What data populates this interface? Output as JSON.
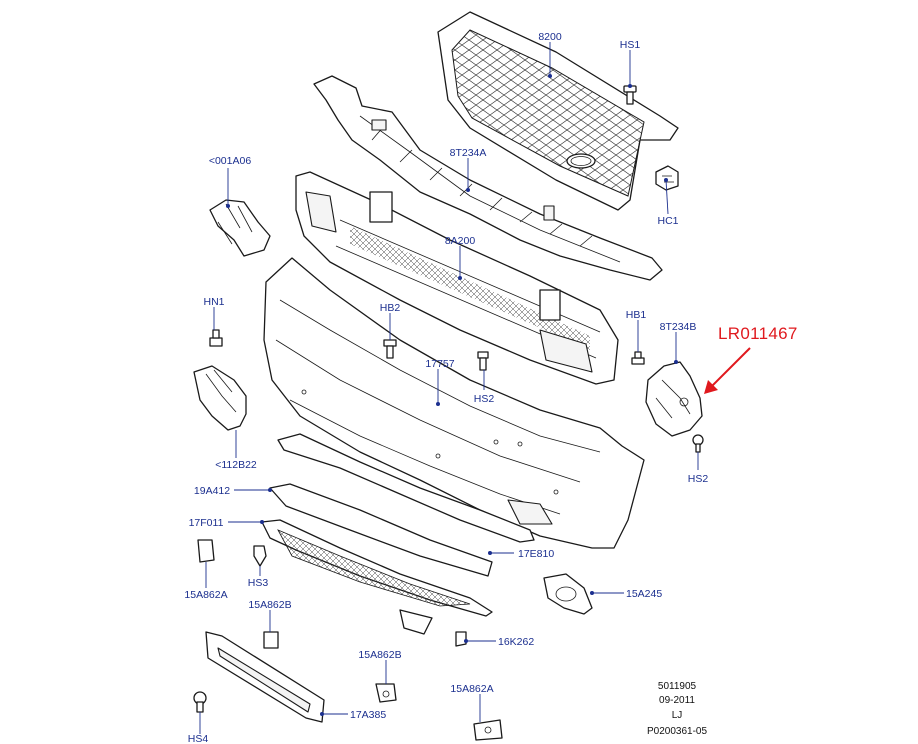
{
  "diagram": {
    "callout": {
      "text": "LR011467",
      "color": "#e0191e"
    },
    "labels": {
      "grille": "8200",
      "hs1": "HS1",
      "upper_bracket": "8T234A",
      "hc1": "HC1",
      "left_bracket": "<001A06",
      "beam": "8A200",
      "hn1": "HN1",
      "hb2": "HB2",
      "bumper_cover": "17757",
      "hs2_center": "HS2",
      "hb1": "HB1",
      "side_bracket": "8T234B",
      "hs2_right": "HS2",
      "left_mount": "<112B22",
      "lower_trim": "19A412",
      "lower_grille": "17F011",
      "lip_spoiler": "17E810",
      "clip_a_left": "15A862A",
      "hs3": "HS3",
      "clip_b_upper": "15A862B",
      "fog_bezel": "15A245",
      "clip_16k": "16K262",
      "plate_bracket": "17A385",
      "clip_b_lower": "15A862B",
      "clip_a_lower": "15A862A",
      "hs4": "HS4"
    },
    "stamp": {
      "line1": "5011905",
      "line2": "09-2011",
      "line3": "LJ",
      "line4": "P0200361-05"
    },
    "colors": {
      "label": "#1b2f8f",
      "line": "#1a1a1a",
      "callout": "#e0191e"
    }
  }
}
